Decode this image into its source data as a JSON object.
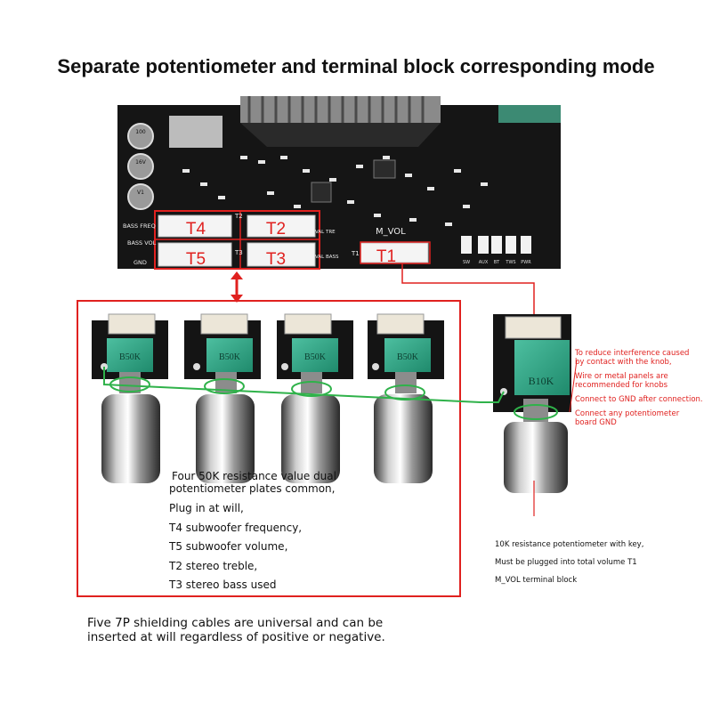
{
  "title": "Separate potentiometer and terminal block corresponding mode",
  "board": {
    "terminals": [
      "T4",
      "T2",
      "T5",
      "T3",
      "T1"
    ],
    "small_labels": {
      "bass_freq": "BASS FREQ",
      "bass_vol": "BASS VOL",
      "gnd": "GND",
      "t2": "T2",
      "t3": "T3",
      "t1": "T1",
      "treble": "VAL TRE",
      "bass": "VAL BASS",
      "m_vol": "M_VOL",
      "headers": [
        "SW",
        "AUX",
        "BT",
        "TWS",
        "PWR"
      ],
      "caps": [
        "100",
        "16V",
        "V1"
      ]
    }
  },
  "modules": {
    "pot_labels": [
      "B50K",
      "B50K",
      "B50K",
      "B50K"
    ],
    "key_pot_label": "B10K"
  },
  "notes": {
    "four_pots": [
      "Four 50K resistance value dual",
      "potentiometer plates common,",
      "Plug in at will,",
      "T4 subwoofer frequency,",
      "T5 subwoofer volume,",
      "T2 stereo treble,",
      "T3 stereo bass used"
    ],
    "interference": [
      "To reduce interference caused",
      "by contact with the knob,",
      "Wire or metal panels are",
      "recommended for knobs",
      "Connect to GND after connection.",
      "Connect any potentiometer",
      "board GND"
    ],
    "key_pot": [
      "10K resistance potentiometer with key,",
      "Must be plugged into total volume T1",
      "M_VOL terminal block"
    ],
    "cables": [
      "Five 7P shielding cables are universal and can be",
      "inserted at will regardless of positive or negative."
    ]
  }
}
